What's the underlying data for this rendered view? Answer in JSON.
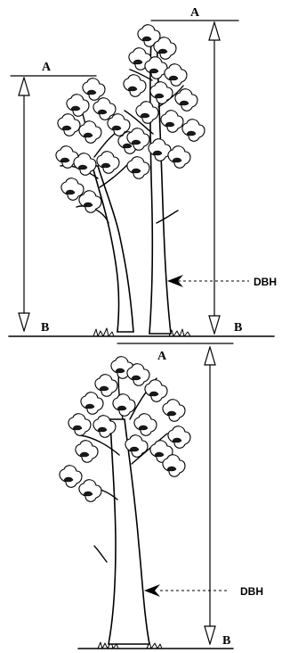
{
  "figure": {
    "top": {
      "left_tree": {
        "label_top": "A",
        "label_bottom": "B"
      },
      "right_tree": {
        "label_top": "A",
        "label_bottom": "B",
        "dbh_label": "DBH"
      }
    },
    "bottom": {
      "tree": {
        "label_top": "A",
        "label_bottom": "B",
        "dbh_label": "DBH"
      }
    }
  },
  "colors": {
    "ink": "#000000",
    "background": "#ffffff"
  }
}
